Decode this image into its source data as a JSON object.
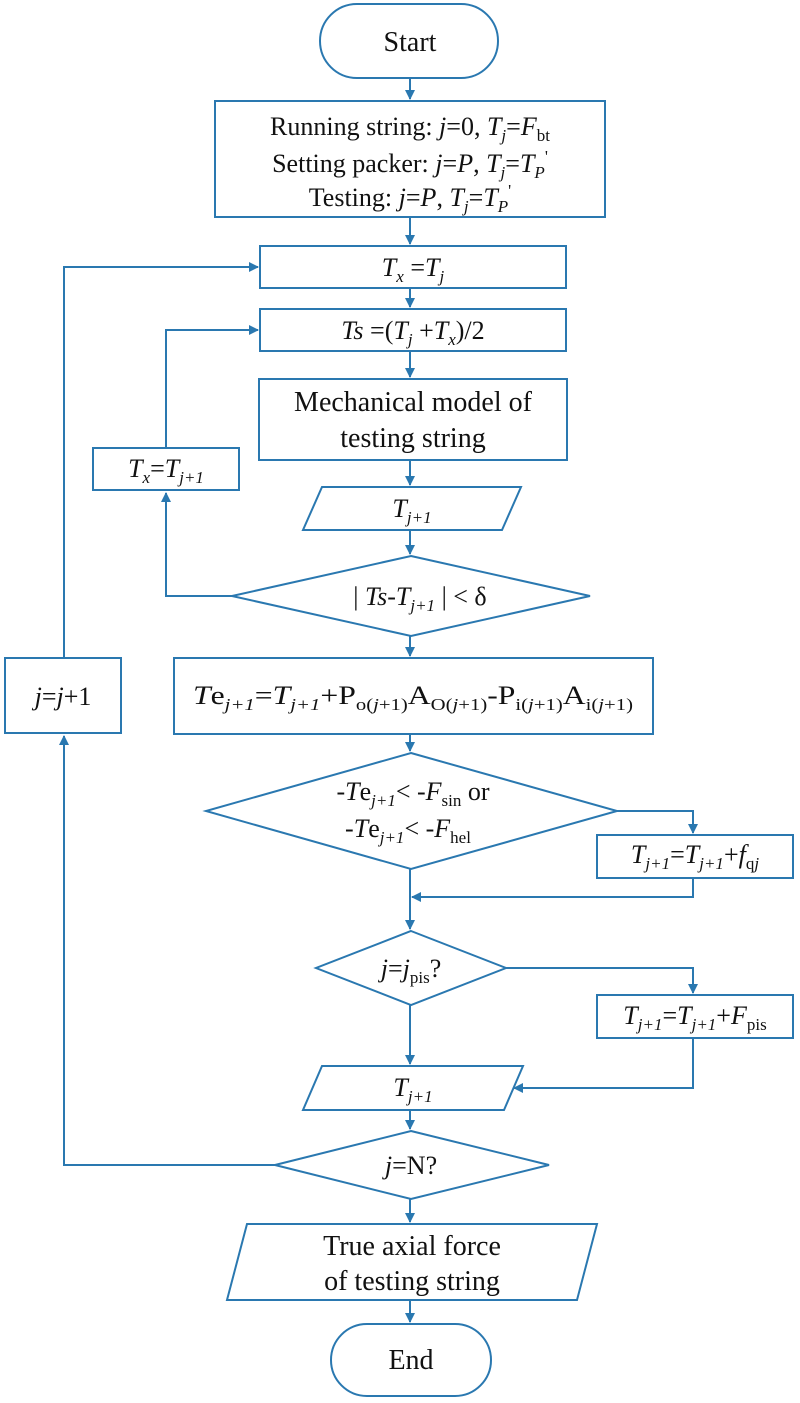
{
  "colors": {
    "stroke": "#2a78b0",
    "text": "#111111",
    "background": "#ffffff"
  },
  "nodes": {
    "start": "Start",
    "init": {
      "line1": {
        "label": "Running string: ",
        "j": "j",
        "eq1": "=0, ",
        "T": "T",
        "sub_j": "j",
        "eq2": "=",
        "F": "F",
        "sub": "bt"
      },
      "line2": {
        "label": "Setting packer: ",
        "j": "j",
        "eq1": "=",
        "P": "P",
        "comma": ", ",
        "T": "T",
        "sub_j": "j",
        "eq2": "=",
        "T2": "T",
        "sub_p": "P",
        "prime": "'"
      },
      "line3": {
        "label": "Testing: ",
        "j": "j",
        "eq1": "=",
        "P": "P",
        "comma": ", ",
        "T": "T",
        "sub_j": "j",
        "eq2": "=",
        "T2": "T",
        "sub_p": "P",
        "prime": "'"
      }
    },
    "tx_assign": {
      "T": "T",
      "sub_x": "x",
      "eq": " =",
      "T2": "T",
      "sub_j": "j"
    },
    "ts_assign": {
      "Ts": "Ts",
      "eq": " =(",
      "T": "T",
      "sub_j": "j",
      "plus": " +",
      "T2": "T",
      "sub_x": "x",
      "end": ")/2"
    },
    "mech_model": {
      "line1": "Mechanical model of",
      "line2": "testing string"
    },
    "output_t1": {
      "T": "T",
      "sub": "j+1"
    },
    "convergence": {
      "bar1": "| ",
      "Ts": "Ts",
      "dash": "-",
      "T": "T",
      "sub": "j+1",
      "end": " | < δ"
    },
    "tx_update": {
      "T": "T",
      "sub_x": "x",
      "eq": "=",
      "T2": "T",
      "sub": "j+1"
    },
    "te_calc": {
      "T": "T",
      "e": "e",
      "sub1": "j+1",
      "eq": "=",
      "T2": "T",
      "sub2": "j+1",
      "plus": "+P",
      "sub3a": "o(",
      "sub3j": "j",
      "sub3b": "+1)",
      "A1": "A",
      "sub4a": "O(",
      "sub4j": "j",
      "sub4b": "+1)",
      "minus": "-P",
      "sub5a": "i(",
      "sub5j": "j",
      "sub5b": "+1)",
      "A2": "A",
      "sub6a": "i(",
      "sub6j": "j",
      "sub6b": "+1)"
    },
    "buckling": {
      "line1": {
        "neg": "-",
        "T": "T",
        "e": "e",
        "sub": "j+1",
        "lt": "< -",
        "F": "F",
        "sub_f": "sin",
        "or": " or"
      },
      "line2": {
        "neg": "-",
        "T": "T",
        "e": "e",
        "sub": "j+1",
        "lt": "< -",
        "F": "F",
        "sub_f": "hel"
      }
    },
    "friction_update": {
      "T": "T",
      "sub1": "j+1",
      "eq": "=",
      "T2": "T",
      "sub2": "j+1",
      "plus": "+",
      "f": "f",
      "sub_f": "q",
      "sub_fj": "j"
    },
    "piston_check": {
      "j": "j",
      "eq": "=",
      "j2": "j",
      "sub": "pis",
      "q": "?"
    },
    "piston_update": {
      "T": "T",
      "sub1": "j+1",
      "eq": "=",
      "T2": "T",
      "sub2": "j+1",
      "plus": "+",
      "F": "F",
      "sub_f": "pis"
    },
    "output_t2": {
      "T": "T",
      "sub": "j+1"
    },
    "end_check": {
      "j": "j",
      "rest": "=N?"
    },
    "increment": {
      "j": "j",
      "eq": "=",
      "j2": "j",
      "rest": "+1"
    },
    "result": {
      "line1": "True axial force",
      "line2": "of testing string"
    },
    "end": "End"
  }
}
